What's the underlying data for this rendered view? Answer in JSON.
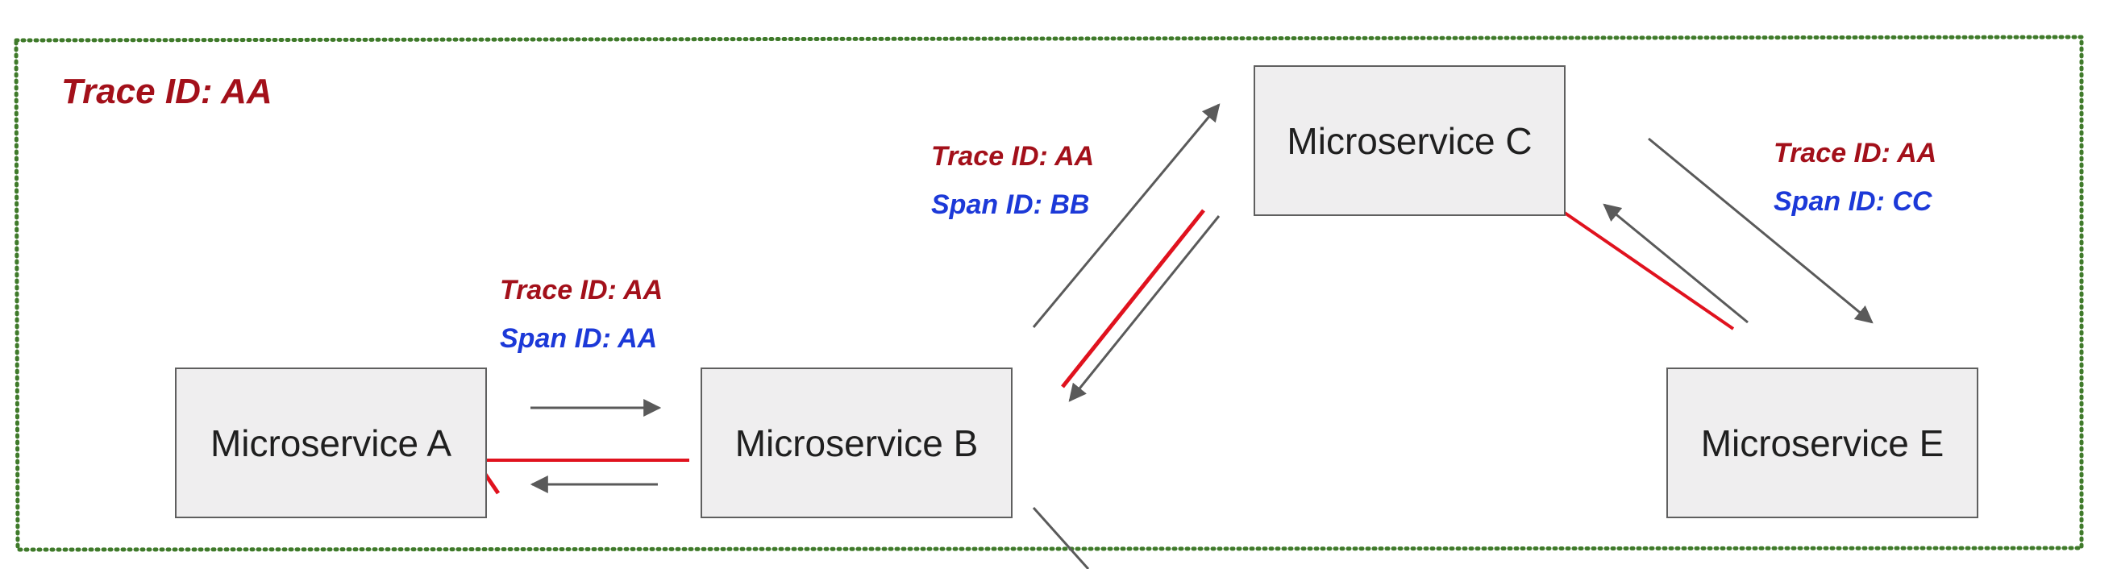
{
  "trace_boundary": {
    "label": "Trace ID: AA"
  },
  "services": {
    "a": {
      "label": "Microservice A"
    },
    "b": {
      "label": "Microservice B"
    },
    "c": {
      "label": "Microservice C"
    },
    "e": {
      "label": "Microservice E"
    }
  },
  "connections": {
    "a_to_b": {
      "trace_label": "Trace ID: AA",
      "span_label": "Span ID: AA"
    },
    "b_to_c": {
      "trace_label": "Trace ID: AA",
      "span_label": "Span ID: BB"
    },
    "c_to_e": {
      "trace_label": "Trace ID: AA",
      "span_label": "Span ID: CC"
    }
  },
  "colors": {
    "trace_text": "#a3101a",
    "span_text": "#1c39d8",
    "boundary": "#3f7a2a",
    "arrow": "#5a5a5a",
    "error_line": "#e0121e",
    "box_fill": "#efeeef",
    "box_border": "#5f5f5f"
  }
}
